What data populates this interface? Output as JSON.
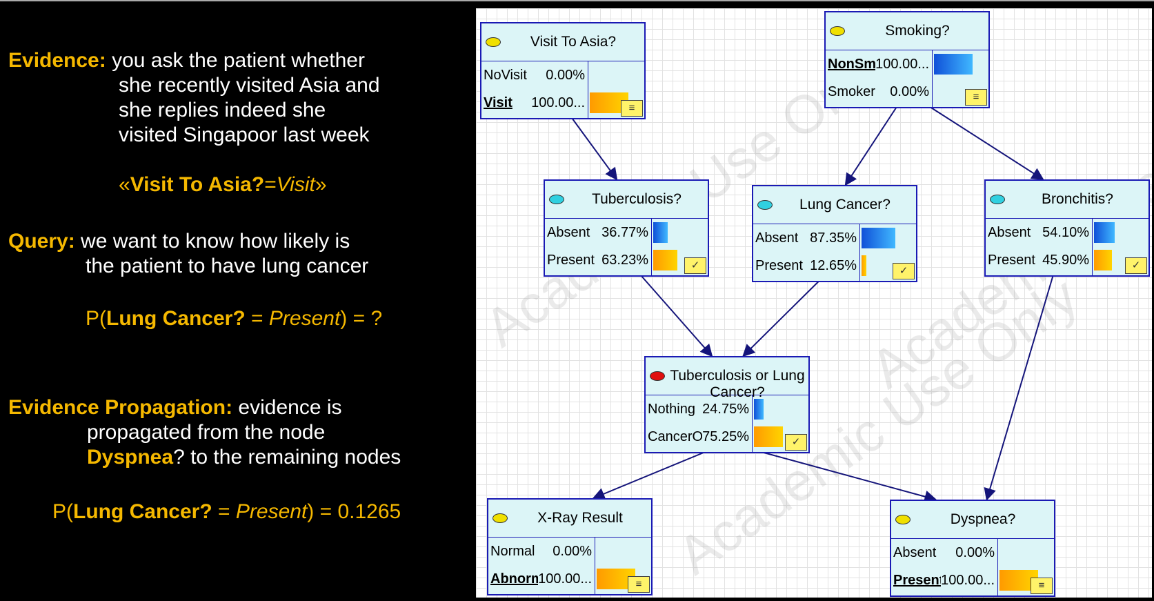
{
  "left": {
    "evidence_label": "Evidence:",
    "evidence_lines": [
      "you ask the patient whether",
      "she recently visited Asia and",
      "she replies indeed she",
      "visited Singapoor last week"
    ],
    "evidence_open": "«",
    "evidence_var": "Visit To Asia?",
    "evidence_eq": "=",
    "evidence_val": "Visit",
    "evidence_close": "»",
    "query_label": "Query:",
    "query_lines": [
      "we want to know how likely is",
      "the patient to have lung cancer"
    ],
    "query_p": "P(",
    "query_var": "Lung Cancer?",
    "query_eq": " = ",
    "query_val": "Present",
    "query_end": ") = ?",
    "prop_label": "Evidence Propagation:",
    "prop_line1": "evidence is",
    "prop_line2": "propagated from the node",
    "prop_node": "Dyspnea",
    "prop_line3": "? to the remaining nodes",
    "result_p": "P(",
    "result_var": "Lung Cancer?",
    "result_eq": " = ",
    "result_val": "Present",
    "result_end": ") = 0.1265"
  },
  "watermark": "Academic Use Only",
  "colors": {
    "accent": "#f5b800",
    "node_border": "#1a1ab4",
    "node_fill": "#dcf5f7",
    "edge": "#14147a"
  },
  "nodes": [
    {
      "id": "asia",
      "title": "Visit To Asia?",
      "oval": "#f0e000",
      "badge": "≡",
      "states": [
        {
          "name": "NoVisit",
          "value": "0.00%",
          "p": 0,
          "bold": false,
          "color": "orange"
        },
        {
          "name": "Visit",
          "value": "100.00...",
          "p": 1,
          "bold": true,
          "color": "orange"
        }
      ]
    },
    {
      "id": "smoking",
      "title": "Smoking?",
      "oval": "#f0e000",
      "badge": "≡",
      "states": [
        {
          "name": "NonSmok ...",
          "value": "100.00...",
          "p": 1,
          "bold": true,
          "color": "blue"
        },
        {
          "name": "Smoker",
          "value": "0.00%",
          "p": 0,
          "bold": false,
          "color": "orange"
        }
      ]
    },
    {
      "id": "tb",
      "title": "Tuberculosis?",
      "oval": "#30d0e0",
      "badge": "✓",
      "states": [
        {
          "name": "Absent",
          "value": "36.77%",
          "p": 0.3677,
          "bold": false,
          "color": "blue"
        },
        {
          "name": "Present",
          "value": "63.23%",
          "p": 0.6323,
          "bold": false,
          "color": "orange"
        }
      ]
    },
    {
      "id": "lung",
      "title": "Lung Cancer?",
      "oval": "#30d0e0",
      "badge": "✓",
      "states": [
        {
          "name": "Absent",
          "value": "87.35%",
          "p": 0.8735,
          "bold": false,
          "color": "blue"
        },
        {
          "name": "Present",
          "value": "12.65%",
          "p": 0.1265,
          "bold": false,
          "color": "orange"
        }
      ]
    },
    {
      "id": "bronc",
      "title": "Bronchitis?",
      "oval": "#30d0e0",
      "badge": "✓",
      "states": [
        {
          "name": "Absent",
          "value": "54.10%",
          "p": 0.541,
          "bold": false,
          "color": "blue"
        },
        {
          "name": "Present",
          "value": "45.90%",
          "p": 0.459,
          "bold": false,
          "color": "orange"
        }
      ]
    },
    {
      "id": "tbor",
      "title": "Tuberculosis or Lung Cancer?",
      "oval": "#e01010",
      "badge": "✓",
      "states": [
        {
          "name": "Nothing",
          "value": "24.75%",
          "p": 0.2475,
          "bold": false,
          "color": "blue"
        },
        {
          "name": "CancerORTuber...",
          "value": "75.25%",
          "p": 0.7525,
          "bold": false,
          "color": "orange"
        }
      ]
    },
    {
      "id": "xray",
      "title": "X-Ray Result",
      "oval": "#f0e000",
      "badge": "≡",
      "states": [
        {
          "name": "Normal",
          "value": "0.00%",
          "p": 0,
          "bold": false,
          "color": "orange"
        },
        {
          "name": "Abnormal",
          "value": "100.00...",
          "p": 1,
          "bold": true,
          "color": "orange"
        }
      ]
    },
    {
      "id": "dysp",
      "title": "Dyspnea?",
      "oval": "#f0e000",
      "badge": "≡",
      "states": [
        {
          "name": "Absent",
          "value": "0.00%",
          "p": 0,
          "bold": false,
          "color": "orange"
        },
        {
          "name": "Present",
          "value": "100.00...",
          "p": 1,
          "bold": true,
          "color": "orange"
        }
      ]
    }
  ],
  "edges": [
    [
      "asia",
      "tb"
    ],
    [
      "smoking",
      "lung"
    ],
    [
      "smoking",
      "bronc"
    ],
    [
      "tb",
      "tbor"
    ],
    [
      "lung",
      "tbor"
    ],
    [
      "tbor",
      "xray"
    ],
    [
      "tbor",
      "dysp"
    ],
    [
      "bronc",
      "dysp"
    ]
  ]
}
